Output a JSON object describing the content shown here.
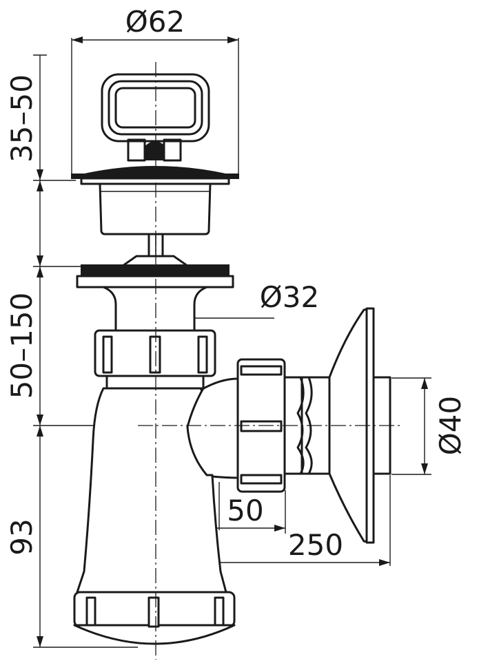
{
  "dimensions": {
    "top_width": "Ø62",
    "plug_height": "35–50",
    "inlet_diameter": "Ø32",
    "adjustable_height": "50–150",
    "outlet_diameter": "Ø40",
    "outlet_offset": "50",
    "outlet_length": "250",
    "bottom_height": "93"
  }
}
